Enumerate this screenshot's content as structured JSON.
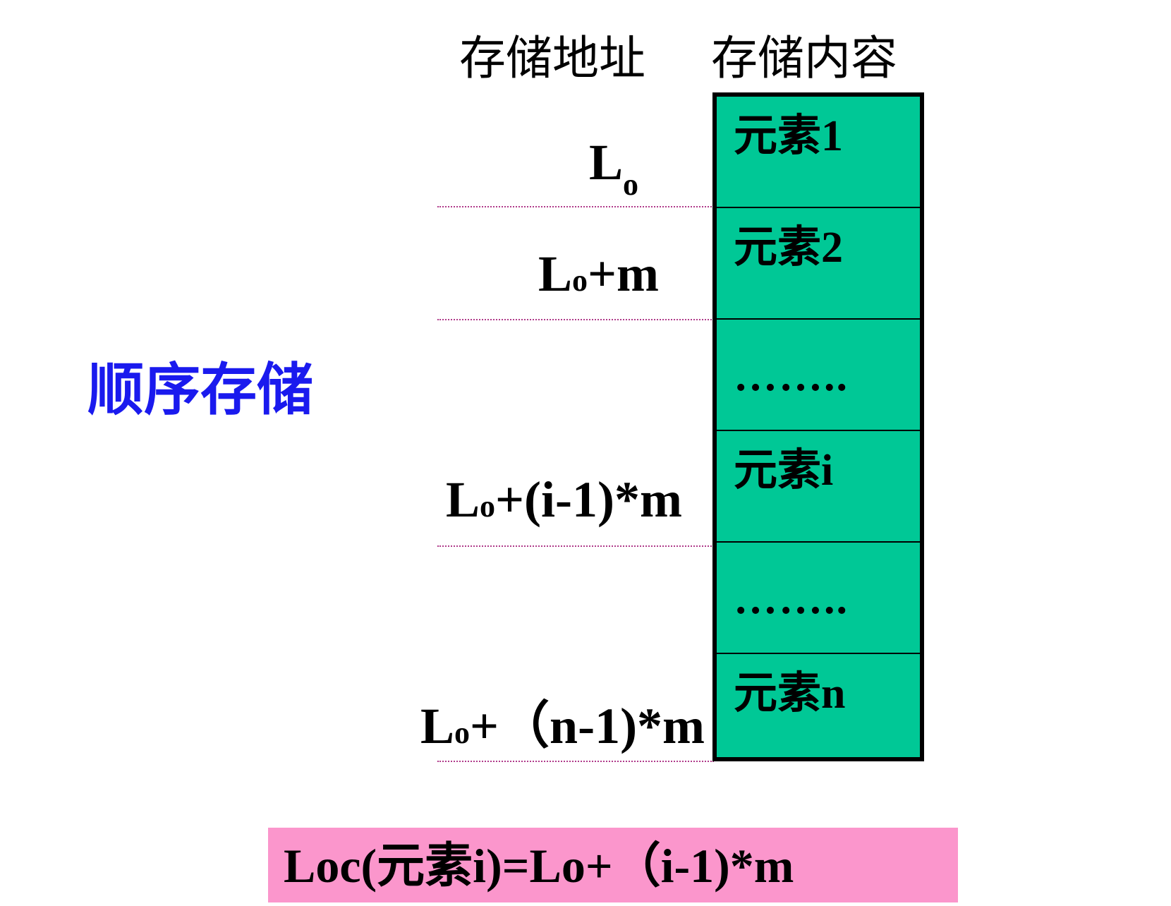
{
  "headers": {
    "address": "存储地址",
    "content": "存储内容"
  },
  "side_title": "顺序存储",
  "addresses": [
    {
      "base": "L",
      "sub": "o",
      "rest": ""
    },
    {
      "base": "L",
      "sub": "o",
      "rest": "+m"
    },
    {
      "base": "L",
      "sub": "o",
      "rest": "+(i-1)*m"
    },
    {
      "base": "L",
      "sub": "o",
      "rest": "+（n-1)*m"
    }
  ],
  "cells": [
    "元素1",
    "元素2",
    "……..",
    "元素i",
    "……..",
    "元素n"
  ],
  "formula": "Loc(元素i)=Lo+（i-1)*m",
  "colors": {
    "cell_fill": "#00c896",
    "formula_fill": "#fb96cc",
    "title_color": "#1a1aee",
    "dotted_line": "#b03a8a"
  }
}
